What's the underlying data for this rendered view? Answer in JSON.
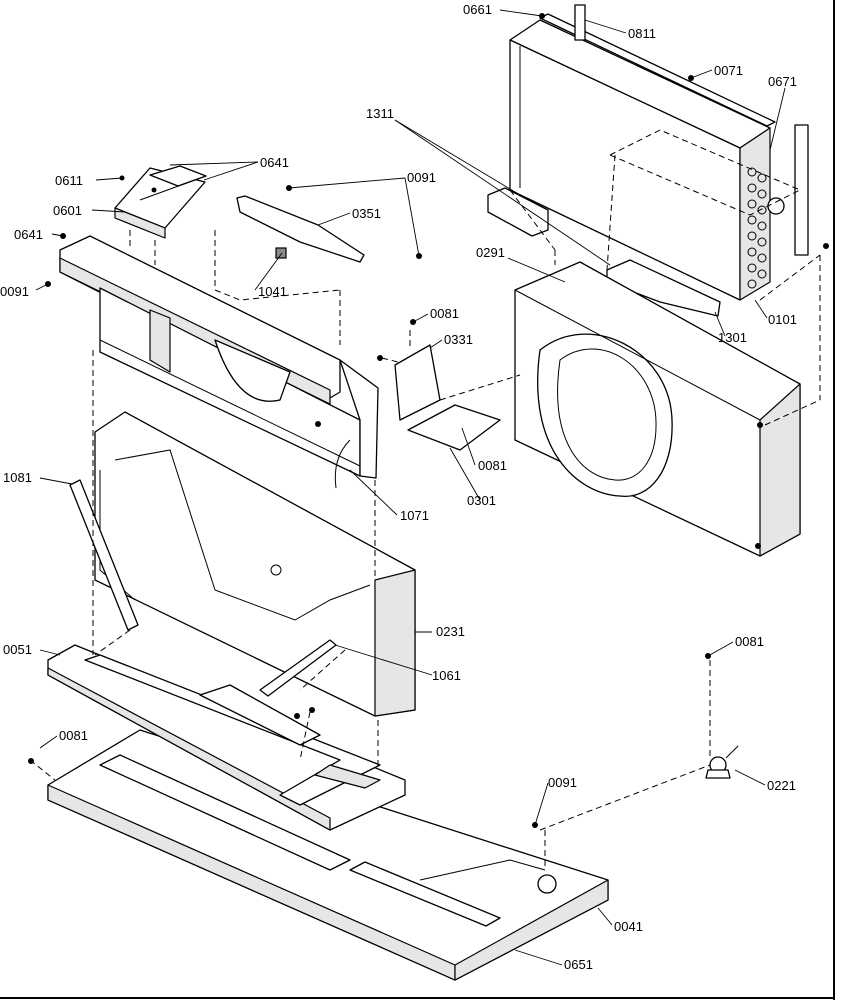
{
  "diagram": {
    "type": "exploded-parts-diagram",
    "callouts": [
      {
        "id": "c0661",
        "text": "0661"
      },
      {
        "id": "c0811",
        "text": "0811"
      },
      {
        "id": "c0071",
        "text": "0071"
      },
      {
        "id": "c0671",
        "text": "0671"
      },
      {
        "id": "c1311",
        "text": "1311"
      },
      {
        "id": "c0641a",
        "text": "0641"
      },
      {
        "id": "c0611",
        "text": "0611"
      },
      {
        "id": "c0091a",
        "text": "0091"
      },
      {
        "id": "c0601",
        "text": "0601"
      },
      {
        "id": "c0351",
        "text": "0351"
      },
      {
        "id": "c0641b",
        "text": "0641"
      },
      {
        "id": "c0291",
        "text": "0291"
      },
      {
        "id": "c0091b",
        "text": "0091"
      },
      {
        "id": "c1041",
        "text": "1041"
      },
      {
        "id": "c0101",
        "text": "0101"
      },
      {
        "id": "c1301",
        "text": "1301"
      },
      {
        "id": "c0081a",
        "text": "0081"
      },
      {
        "id": "c0331",
        "text": "0331"
      },
      {
        "id": "c0081b",
        "text": "0081"
      },
      {
        "id": "c1081",
        "text": "1081"
      },
      {
        "id": "c0301",
        "text": "0301"
      },
      {
        "id": "c1071",
        "text": "1071"
      },
      {
        "id": "c0231",
        "text": "0231"
      },
      {
        "id": "c0051",
        "text": "0051"
      },
      {
        "id": "c0081c",
        "text": "0081"
      },
      {
        "id": "c1061",
        "text": "1061"
      },
      {
        "id": "c0081d",
        "text": "0081"
      },
      {
        "id": "c0091c",
        "text": "0091"
      },
      {
        "id": "c0221",
        "text": "0221"
      },
      {
        "id": "c0041",
        "text": "0041"
      },
      {
        "id": "c0651",
        "text": "0651"
      }
    ]
  }
}
